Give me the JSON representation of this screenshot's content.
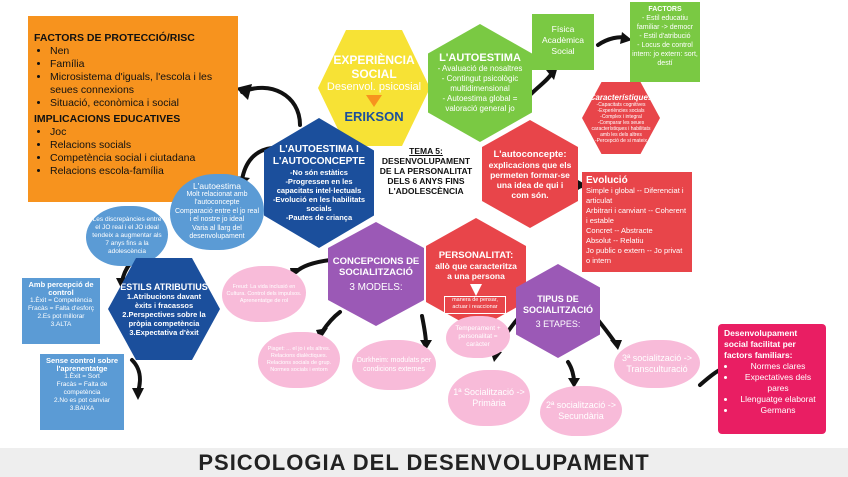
{
  "colors": {
    "orange": "#f7931e",
    "green": "#7ac943",
    "blue": "#1b4f9c",
    "lightblue": "#5b9bd5",
    "red": "#e8454a",
    "purple": "#9b59b6",
    "pink": "#f48fb1",
    "lightpink": "#f8bbd9",
    "yellow": "#f7e235",
    "magenta": "#e91e63"
  },
  "factors_box": {
    "title": "FACTORS DE PROTECCIÓ/RISC",
    "items": [
      "Nen",
      "Família",
      "Microsistema d'iguals, l'escola i les seues connexions",
      "Situació, econòmica i social"
    ],
    "subtitle": "IMPLICACIONS EDUCATIVES",
    "items2": [
      "Joc",
      "Relacions socials",
      "Competència social i ciutadana",
      "Relacions escola-família"
    ]
  },
  "experiencia": {
    "title": "EXPERIÈNCIA SOCIAL",
    "subtitle": "Desenvol. psicosial",
    "author": "ERIKSON"
  },
  "autoestima_hex": {
    "title": "L'AUTOESTIMA",
    "lines": [
      "- Avaluació de nosaltres",
      "- Contingut psicològic multidimensional",
      "- Autoestima global = valoració general jo"
    ]
  },
  "fisica": {
    "lines": [
      "Física",
      "Acadèmica",
      "Social"
    ]
  },
  "factors_small": {
    "title": "FACTORS",
    "lines": [
      "- Estil educatiu familiar -> democr",
      "- Estil d'atribució",
      "- Locus de control intern: jo extern: sort, destí"
    ]
  },
  "caracteristiques": {
    "title": "Característiques",
    "lines": [
      "-Capacitats cognitives",
      "-Experiències socials",
      "-Complex i integral",
      "-Comparar les seues característiques i habilitats amb les dels altres",
      "-Percepció de si mateix"
    ]
  },
  "autoestima_blue": {
    "title": "L'AUTOESTIMA I L'AUTOCONCEPTE",
    "lines": [
      "-No són estàtics",
      "-Progressen en les capacitats intel·lectuals",
      "-Evolució en les habilitats socials",
      "-Pautes de criança"
    ]
  },
  "tema": {
    "line1": "TEMA 5:",
    "line2": "DESENVOLUPAMENT DE LA PERSONALITAT DELS 6 ANYS  FINS L'ADOLESCÈNCIA"
  },
  "autoconcepte": {
    "title": "L'autoconcepte:",
    "text": "explicacions que els permeten formar-se una idea de qui i com són."
  },
  "evolucio": {
    "title": "Evolució",
    "lines": [
      "Simple i global -- Diferenciat i articulat",
      "Arbitrari i canviant -- Coherent i estable",
      "Concret -- Abstracte",
      "Absolut -- Relatiu",
      "Jo public o extern -- Jo privat o intern"
    ]
  },
  "autoestima_cloud": {
    "lines": [
      "L'autoestima",
      "Molt relacionat amb l'autoconcepte",
      "Comparació entre el jo real i el nostre jo ideal",
      "Varia al llarg del desenvolupament"
    ]
  },
  "discrepancies": {
    "text": "Les discrepàncies entre el JO real i el JO ideal tendeix a augmentar als 7 anys fins a la adolescència"
  },
  "estils": {
    "title": "ESTILS ATRIBUTIUS",
    "lines": [
      "1.Atribucions davant èxits i fracassos",
      "2.Perspectives sobre la pròpia competència",
      "3.Expectativa d'èxit"
    ]
  },
  "amb_percepcio": {
    "title": "Amb percepció de control",
    "lines": [
      "1.Èxit = Competència",
      "Fracàs = Falta d'esforç",
      "2.Es pot millorar",
      "3.ALTA"
    ]
  },
  "sense_control": {
    "title": "Sense control sobre l'aprenentatge",
    "lines": [
      "1.Èxit = Sort",
      "Fracàs = Falta de competència",
      "2.No es pot canviar",
      "3.BAIXA"
    ]
  },
  "concepcions": {
    "title": "CONCEPCIONS DE SOCIALITZACIÓ",
    "sub": "3 MODELS:"
  },
  "personalitat": {
    "title": "PERSONALITAT:",
    "text": "allò que caracteritza a una persona",
    "label": "manera de pensar, actuar i reaccionar"
  },
  "tipus": {
    "title": "TIPUS DE SOCIALITZACIÓ",
    "sub": "3 ETAPES:"
  },
  "model_pink1": {
    "text": "Freud: La vida inclusió en Cultura. Control dels impulsos. Aprenentatge de rol"
  },
  "model_pink2": {
    "text": "Piaget: ... el jo i els altres. Relacions dialèctiques. Relacions socials de grup. Normes socials i entorn"
  },
  "model_pink3": {
    "text": "Durkheim: modulats per condicions externes"
  },
  "temperament": {
    "text": "Temperament + personalitat = caràcter"
  },
  "soc1": {
    "text": "1ª Socialització -> Primària"
  },
  "soc2": {
    "text": "2ª socialització -> Secundària"
  },
  "soc3": {
    "text": "3ª socialització -> Transculturació"
  },
  "desenvol_box": {
    "title": "Desenvolupament social facilitat per factors familiars:",
    "items": [
      "Normes clares",
      "Expectatives dels pares",
      "Llenguatge elaborat",
      "Germans"
    ]
  },
  "footer": {
    "title": "PSICOLOGIA DEL DESENVOLUPAMENT"
  }
}
